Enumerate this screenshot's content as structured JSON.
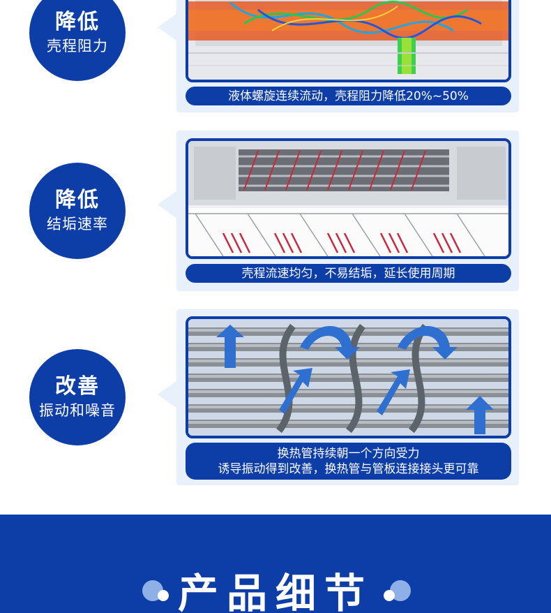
{
  "features": [
    {
      "title": "降低",
      "subtitle": "壳程阻力",
      "caption_lines": [
        "液体螺旋连续流动，壳程阻力降低20%~50%"
      ]
    },
    {
      "title": "降低",
      "subtitle": "结垢速率",
      "caption_lines": [
        "壳程流速均匀，不易结垢，延长使用周期"
      ]
    },
    {
      "title": "改善",
      "subtitle": "振动和噪音",
      "caption_lines": [
        "换热管持续朝一个方向受力",
        "诱导振动得到改善，换热管与管板连接接头更可靠"
      ]
    }
  ],
  "footer": {
    "title": "产品细节"
  },
  "colors": {
    "brand_blue": "#0d3ea8",
    "panel_bg": "#e8f0fb",
    "accent_light_blue": "#8fb0e6"
  }
}
